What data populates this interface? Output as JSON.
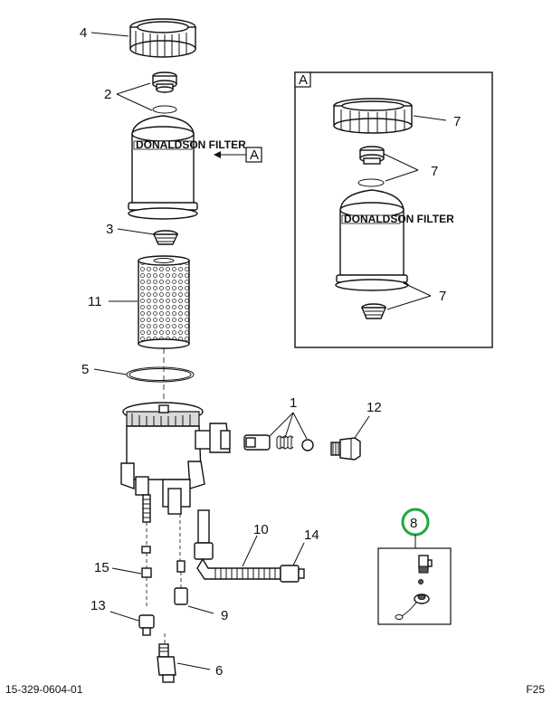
{
  "callouts": {
    "c1": "1",
    "c2": "2",
    "c3": "3",
    "c4": "4",
    "c5": "5",
    "c6": "6",
    "c7a": "7",
    "c7b": "7",
    "c7c": "7",
    "c8": "8",
    "c9": "9",
    "c10": "10",
    "c11": "11",
    "c12": "12",
    "c13": "13",
    "c14": "14",
    "c15": "15"
  },
  "detail_view": {
    "label": "A",
    "ref_label": "A"
  },
  "filter_branding": {
    "main": "DONALDSON FILTER",
    "detail": "DONALDSON FILTER"
  },
  "footer": {
    "doc_number": "15-329-0604-01",
    "page_code": "F25"
  },
  "colors": {
    "highlight_ring": "#1fa83c",
    "line": "#111111"
  }
}
